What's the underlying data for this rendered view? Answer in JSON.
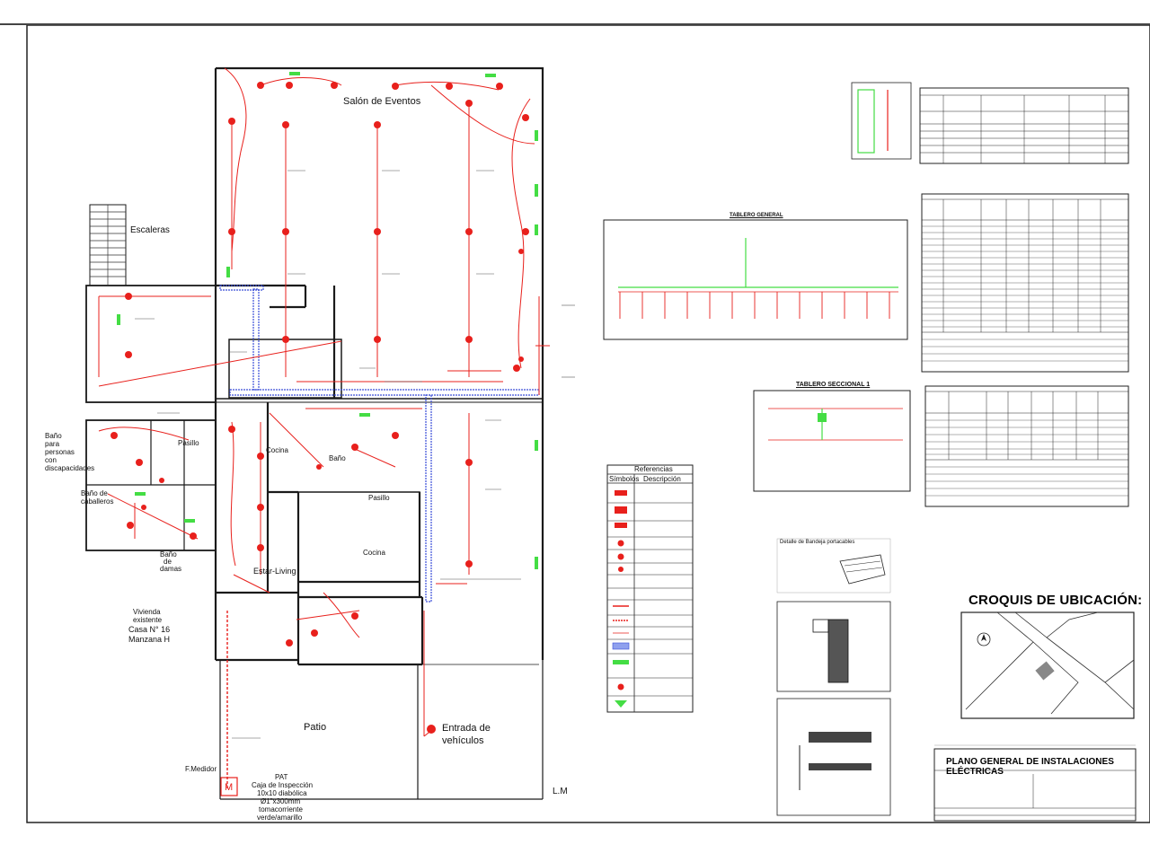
{
  "rooms": {
    "salon": "Salón de Eventos",
    "escaleras": "Escaleras",
    "cocina_1": "Cocina",
    "cocina_2": "Cocina",
    "bano_1": "Baño",
    "pasillo": "Pasillo",
    "estar": "Estar-Living",
    "patio": "Patio",
    "entrada_line1": "Entrada de",
    "entrada_line2": "vehículos",
    "bano_damas_1": "Baño",
    "bano_damas_2": "de",
    "bano_damas_3": "damas",
    "bano_cab_1": "Baño de",
    "bano_cab_2": "caballeros",
    "bano_disc_1": "Baño",
    "bano_disc_2": "para",
    "bano_disc_3": "personas",
    "bano_disc_4": "con",
    "bano_disc_5": "discapacidades",
    "vivienda_1": "Vivienda",
    "vivienda_2": "existente",
    "vivienda_3": "Casa N° 16",
    "vivienda_4": "Manzana H",
    "lm": "L.M",
    "medidor": "F.Medidor",
    "m_letter": "M",
    "caja_1": "PAT",
    "caja_2": "Caja de Inspección",
    "caja_3": "10x10 diabólica",
    "caja_4": "Ø1\"x300mm",
    "caja_5": "tomacorriente",
    "caja_6": "verde/amarillo"
  },
  "panels": {
    "legend_title": "Referencias",
    "legend_col1": "Símbolos",
    "legend_col2": "Descripción",
    "tablero_general": "TABLERO GENERAL",
    "tablero_seccional": "TABLERO SECCIONAL 1",
    "croquis": "CROQUIS DE UBICACIÓN:",
    "detalle_bandeja": "Detalle de Bandeja portacables",
    "plano_title": "PLANO GENERAL DE INSTALACIONES ELÉCTRICAS"
  },
  "colors": {
    "wire": "#e8201c",
    "wall": "#1a1a1a",
    "tray": "#3a4ed8",
    "luminaria": "#44dd44",
    "background": "#ffffff"
  }
}
